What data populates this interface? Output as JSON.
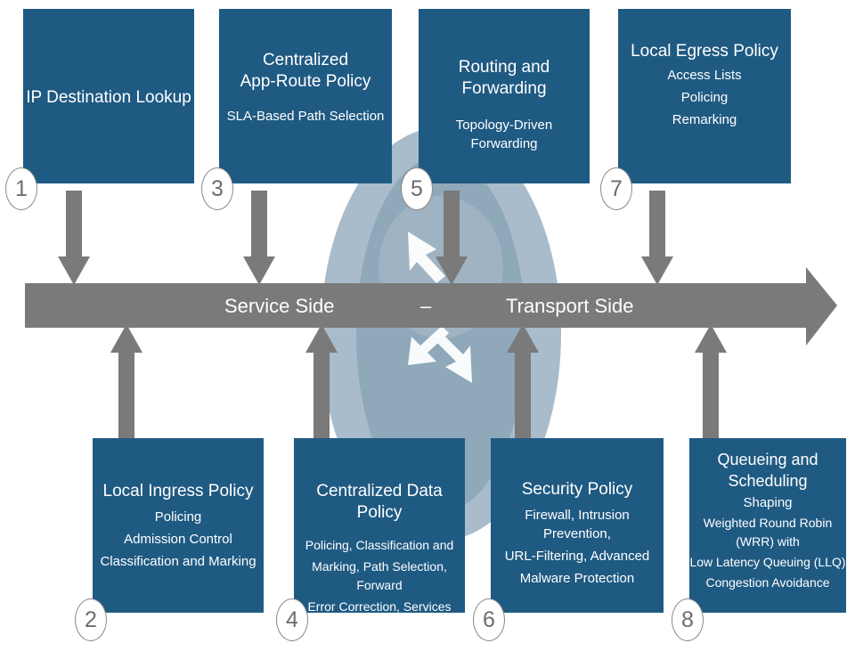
{
  "colors": {
    "box_fill": "#1f5a82",
    "arrow_gray": "#7a7a7a",
    "router_circle": "#a9bccb",
    "router_inner": "#8da5b7"
  },
  "router_icon": "router-arrows-icon",
  "flow_bar": {
    "service_label": "Service Side",
    "separator": "–",
    "transport_label": "Transport Side"
  },
  "steps": [
    {
      "number": "1",
      "title": "IP Destination Lookup",
      "lines": []
    },
    {
      "number": "2",
      "title": "Local Ingress Policy",
      "lines": [
        "Policing",
        "Admission Control",
        "Classification and Marking"
      ]
    },
    {
      "number": "3",
      "title": "Centralized App-Route Policy",
      "title_lines": [
        "Centralized",
        "App-Route Policy"
      ],
      "lines": [
        "SLA-Based Path Selection"
      ]
    },
    {
      "number": "4",
      "title": "Centralized Data Policy",
      "lines": [
        "Policing, Classification and",
        "Marking, Path Selection, Forward",
        "Error Correction, Services"
      ]
    },
    {
      "number": "5",
      "title": "Routing and Forwarding",
      "lines": [
        "Topology-Driven",
        "Forwarding"
      ]
    },
    {
      "number": "6",
      "title": "Security Policy",
      "lines": [
        "Firewall, Intrusion Prevention,",
        "URL-Filtering, Advanced",
        "Malware Protection"
      ]
    },
    {
      "number": "7",
      "title": "Local Egress Policy",
      "lines": [
        "Access Lists",
        "Policing",
        "Remarking"
      ]
    },
    {
      "number": "8",
      "title": "Queueing and Scheduling",
      "lines": [
        "Shaping",
        "Weighted Round Robin (WRR) with",
        "Low Latency Queuing (LLQ)",
        "Congestion Avoidance"
      ]
    }
  ]
}
